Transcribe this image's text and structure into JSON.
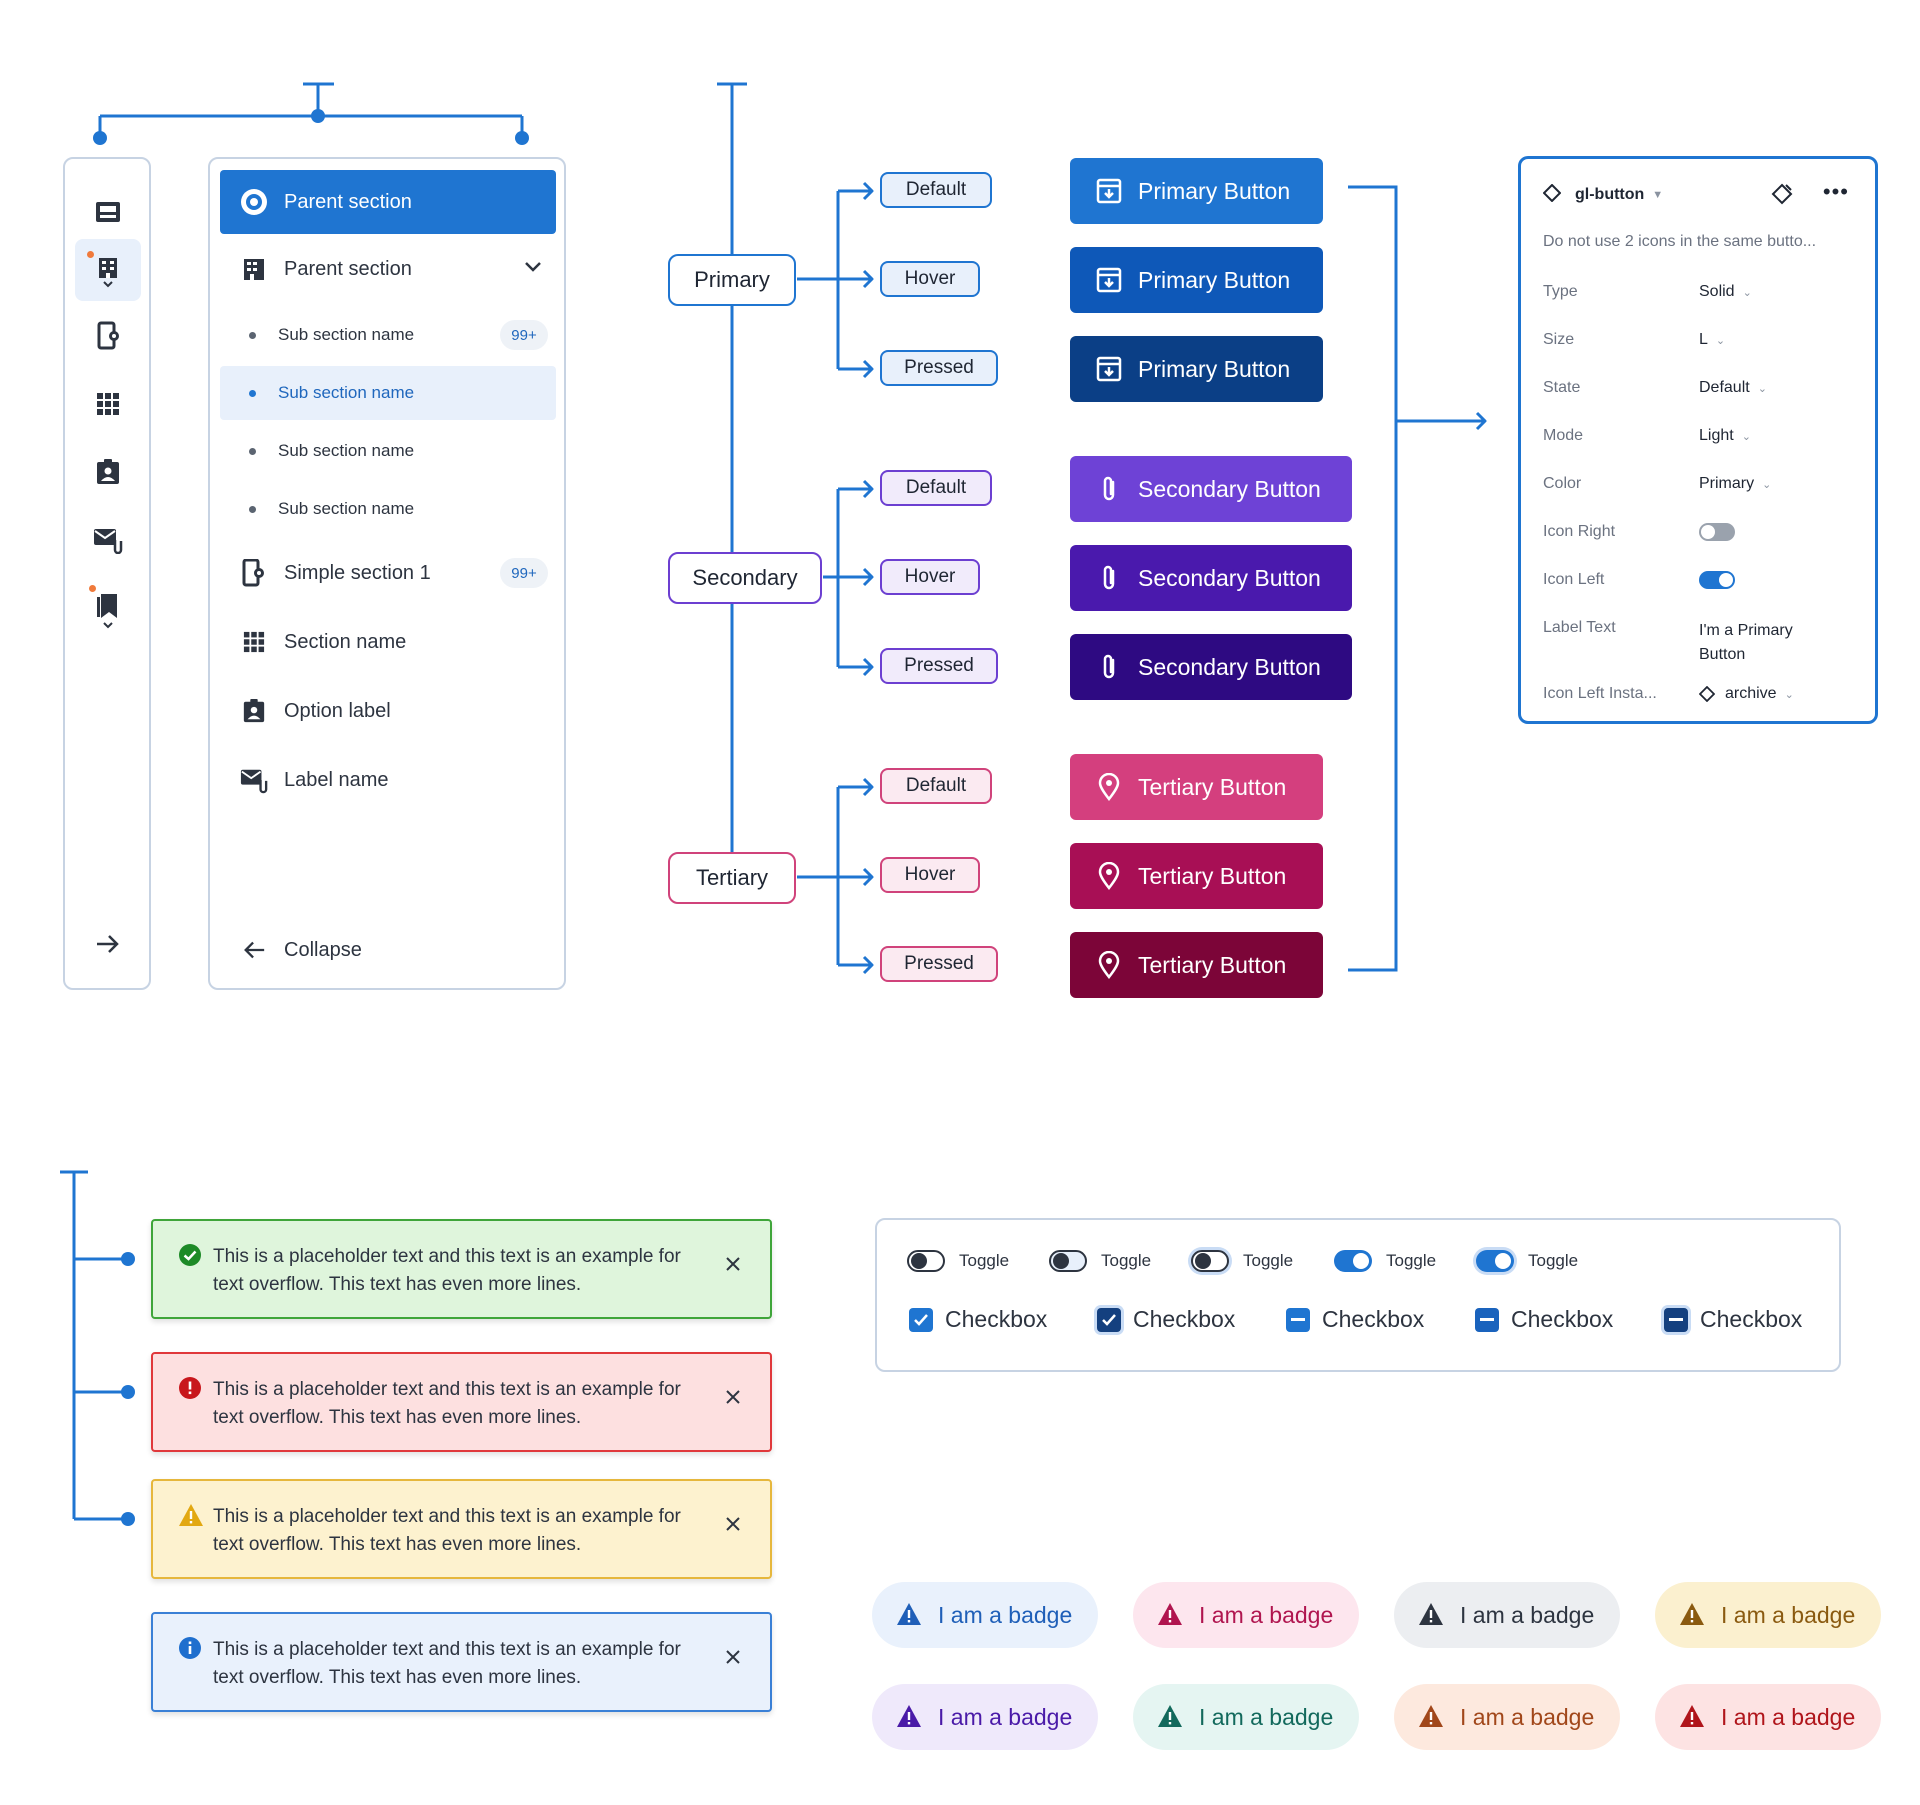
{
  "rail": {
    "icons": [
      "inbox-icon",
      "building-icon",
      "mobile-settings-icon",
      "grid-icon",
      "badge-icon",
      "mail-attachment-icon",
      "bookmark-icon"
    ],
    "expand_icon": "arrow-right-icon"
  },
  "nav": {
    "items": [
      {
        "label": "Parent section",
        "icon": "target-icon",
        "active": true
      },
      {
        "label": "Parent section",
        "icon": "building-icon",
        "expanded": true
      },
      {
        "label": "Sub section name",
        "badge": "99+"
      },
      {
        "label": "Sub section name",
        "selected": true
      },
      {
        "label": "Sub section name"
      },
      {
        "label": "Sub section name"
      },
      {
        "label": "Simple section 1",
        "icon": "mobile-settings-icon",
        "badge": "99+"
      },
      {
        "label": "Section name",
        "icon": "grid-icon"
      },
      {
        "label": "Option label",
        "icon": "badge-icon"
      },
      {
        "label": "Label name",
        "icon": "mail-attachment-icon"
      }
    ],
    "collapse_label": "Collapse"
  },
  "button_tree": {
    "categories": [
      {
        "label": "Primary",
        "color": "#1f75d1",
        "icon": "archive-icon",
        "button_label": "Primary Button",
        "states": [
          {
            "label": "Default",
            "fill": "#1f75d1"
          },
          {
            "label": "Hover",
            "fill": "#0e58b8"
          },
          {
            "label": "Pressed",
            "fill": "#0b3f86"
          }
        ],
        "state_bg": "#e8f0fb"
      },
      {
        "label": "Secondary",
        "color": "#6c3fd1",
        "icon": "paperclip-icon",
        "button_label": "Secondary Button",
        "states": [
          {
            "label": "Default",
            "fill": "#6e42d6"
          },
          {
            "label": "Hover",
            "fill": "#4a19ad"
          },
          {
            "label": "Pressed",
            "fill": "#2e0a82"
          }
        ],
        "state_bg": "#f1ebfb"
      },
      {
        "label": "Tertiary",
        "color": "#d0437b",
        "icon": "map-pin-icon",
        "button_label": "Tertiary Button",
        "states": [
          {
            "label": "Default",
            "fill": "#d43f7e"
          },
          {
            "label": "Hover",
            "fill": "#a80f55"
          },
          {
            "label": "Pressed",
            "fill": "#7c0538"
          }
        ],
        "state_bg": "#fbeaf1"
      }
    ]
  },
  "props": {
    "component": "gl-button",
    "warning": "Do not use 2 icons in the same butto...",
    "rows": [
      {
        "key": "Type",
        "value": "Solid",
        "dropdown": true
      },
      {
        "key": "Size",
        "value": "L",
        "dropdown": true
      },
      {
        "key": "State",
        "value": "Default",
        "dropdown": true
      },
      {
        "key": "Mode",
        "value": "Light",
        "dropdown": true
      },
      {
        "key": "Color",
        "value": "Primary",
        "dropdown": true
      },
      {
        "key": "Icon Right",
        "toggle": false
      },
      {
        "key": "Icon Left",
        "toggle": true
      },
      {
        "key": "Label Text",
        "value": "I'm a Primary Button"
      },
      {
        "key": "Icon Left Insta...",
        "value": "archive",
        "dropdown": true,
        "icon": "diamond-icon"
      }
    ]
  },
  "alerts": [
    {
      "type": "success",
      "icon": "check-circle-icon",
      "text": "This is a placeholder text and this text is an example for text overflow. This text has even more lines.",
      "bg": "#dff5dc",
      "border": "#3fa53a",
      "icon_color": "#1d8a27"
    },
    {
      "type": "error",
      "icon": "error-circle-icon",
      "text": "This is a placeholder text and this text is an example for text overflow. This text has even more lines.",
      "bg": "#fde0e0",
      "border": "#e0383b",
      "icon_color": "#c8171c"
    },
    {
      "type": "warning",
      "icon": "warning-triangle-icon",
      "text": "This is a placeholder text and this text is an example for text overflow. This text has even more lines.",
      "bg": "#fdf2cf",
      "border": "#e6b73c",
      "icon_color": "#e2a812"
    },
    {
      "type": "info",
      "icon": "info-circle-icon",
      "text": "This is a placeholder text and this text is an example for text overflow. This text has even more lines.",
      "bg": "#e9f1fc",
      "border": "#3a80d6",
      "icon_color": "#1f6fce"
    }
  ],
  "controls": {
    "toggles": [
      {
        "label": "Toggle",
        "on": false,
        "state": "default"
      },
      {
        "label": "Toggle",
        "on": false,
        "state": "hover"
      },
      {
        "label": "Toggle",
        "on": false,
        "state": "focus"
      },
      {
        "label": "Toggle",
        "on": true,
        "state": "default"
      },
      {
        "label": "Toggle",
        "on": true,
        "state": "focus"
      }
    ],
    "checkboxes": [
      {
        "label": "Checkbox",
        "mark": "check",
        "state": "default"
      },
      {
        "label": "Checkbox",
        "mark": "check",
        "state": "focus"
      },
      {
        "label": "Checkbox",
        "mark": "indeterminate",
        "state": "default"
      },
      {
        "label": "Checkbox",
        "mark": "indeterminate",
        "state": "hover"
      },
      {
        "label": "Checkbox",
        "mark": "indeterminate",
        "state": "focus"
      }
    ]
  },
  "badges": [
    {
      "label": "I am a badge",
      "icon": "warning-triangle-icon",
      "bg": "#e9f1fc",
      "fg": "#1f5fb8"
    },
    {
      "label": "I am a badge",
      "icon": "warning-triangle-icon",
      "bg": "#fde6ee",
      "fg": "#b0154f"
    },
    {
      "label": "I am a badge",
      "icon": "warning-triangle-icon",
      "bg": "#eceef1",
      "fg": "#2d3440"
    },
    {
      "label": "I am a badge",
      "icon": "warning-triangle-icon",
      "bg": "#fbf0cf",
      "fg": "#8a5a10"
    },
    {
      "label": "I am a badge",
      "icon": "warning-triangle-icon",
      "bg": "#efe9fb",
      "fg": "#4a1aa8"
    },
    {
      "label": "I am a badge",
      "icon": "warning-triangle-icon",
      "bg": "#e5f5f2",
      "fg": "#12695c"
    },
    {
      "label": "I am a badge",
      "icon": "warning-triangle-icon",
      "bg": "#fde9de",
      "fg": "#a1471a"
    },
    {
      "label": "I am a badge",
      "icon": "warning-triangle-icon",
      "bg": "#fde3e3",
      "fg": "#b0151b"
    }
  ]
}
